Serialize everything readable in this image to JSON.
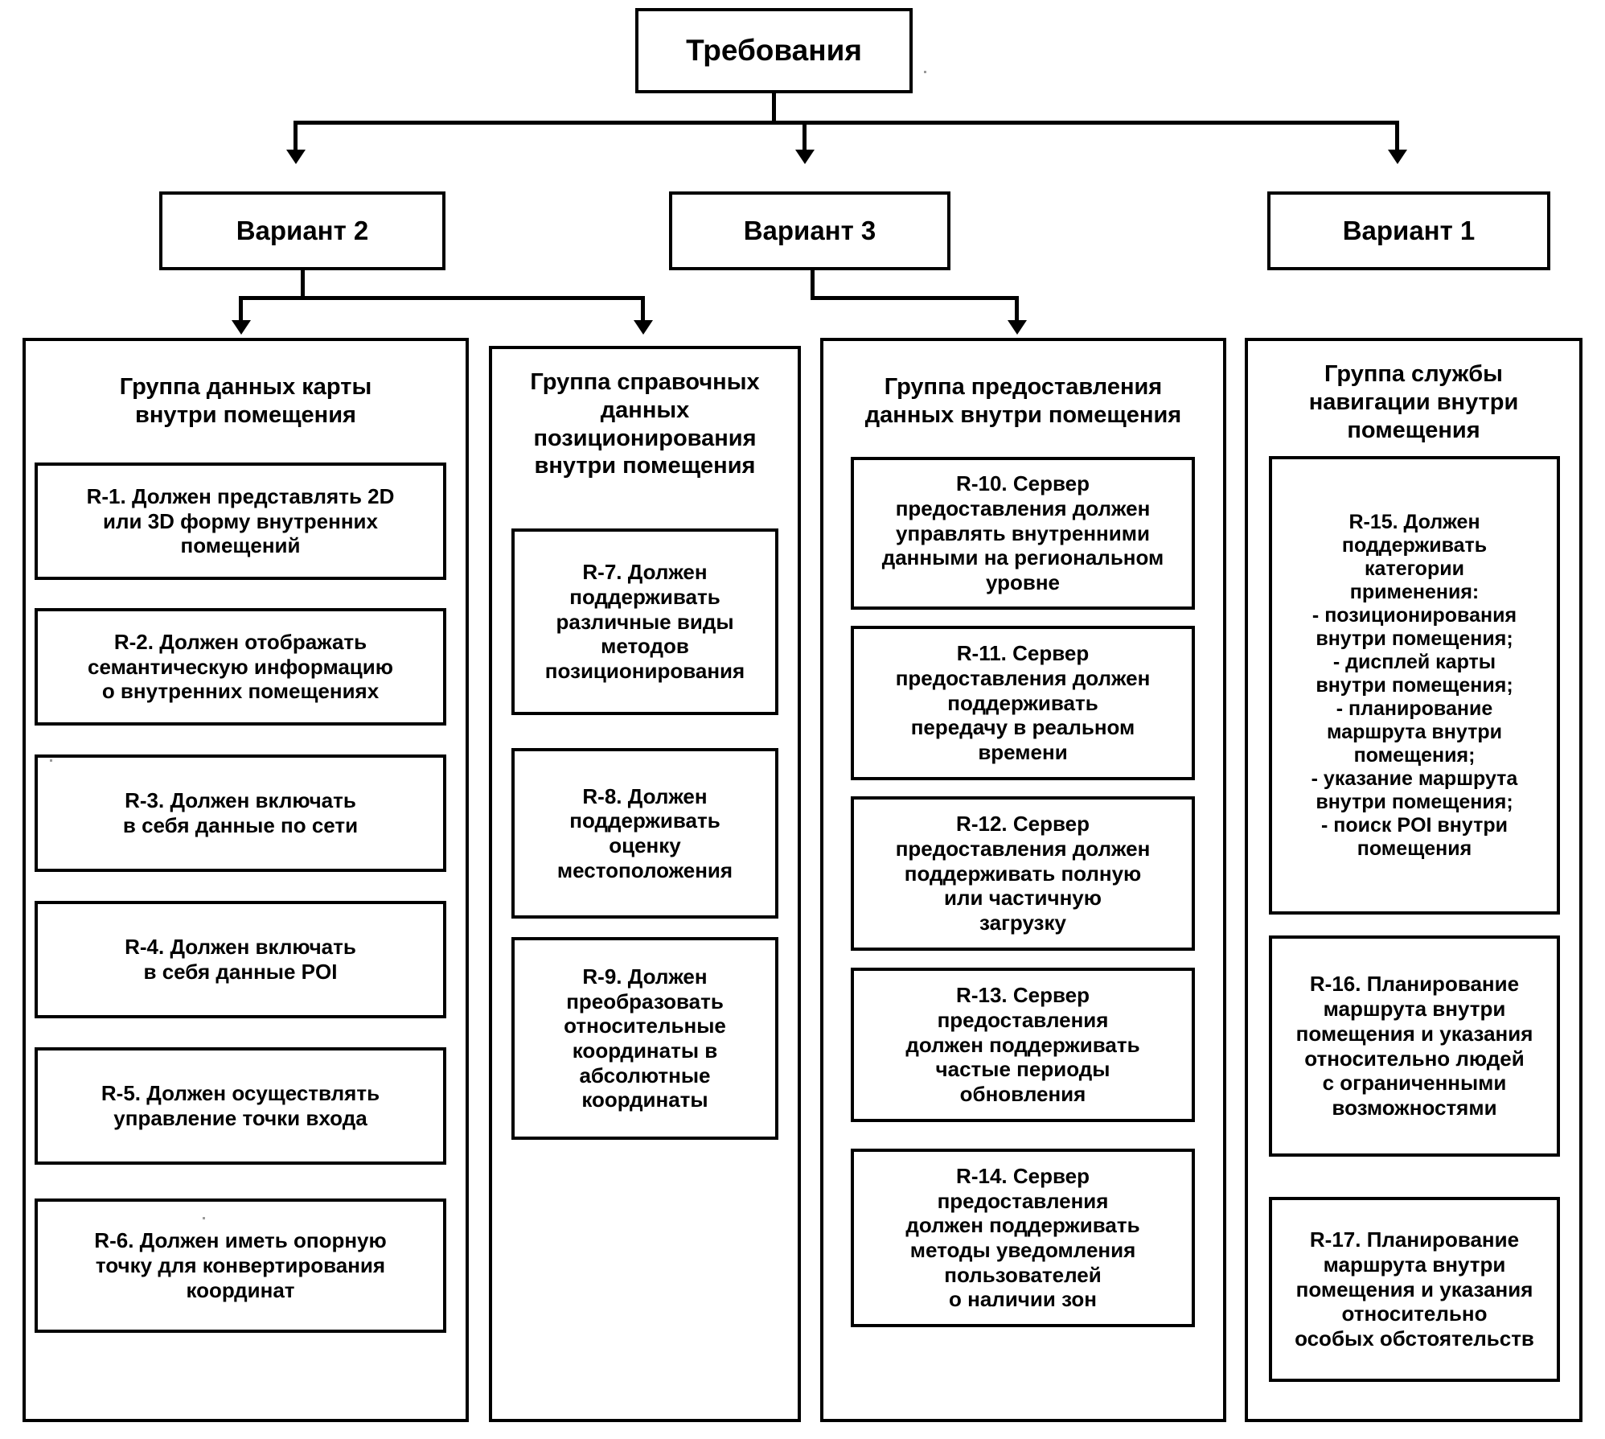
{
  "diagram": {
    "root": {
      "label": "Требования"
    },
    "variants": [
      {
        "id": "variant-2",
        "label": "Вариант 2"
      },
      {
        "id": "variant-3",
        "label": "Вариант 3"
      },
      {
        "id": "variant-1",
        "label": "Вариант 1"
      }
    ],
    "groups": [
      {
        "id": "group-indoor-map-data",
        "title": "Группа данных карты\nвнутри помещения",
        "parent": "Вариант 2",
        "requirements": [
          {
            "id": "R-1",
            "text": "R-1. Должен представлять 2D\nили 3D форму внутренних\nпомещений"
          },
          {
            "id": "R-2",
            "text": "R-2. Должен отображать\nсемантическую информацию\nо внутренних помещениях"
          },
          {
            "id": "R-3",
            "text": "R-3. Должен включать\nв себя данные по сети"
          },
          {
            "id": "R-4",
            "text": "R-4. Должен включать\nв себя данные POI"
          },
          {
            "id": "R-5",
            "text": "R-5. Должен осуществлять\nуправление точки входа"
          },
          {
            "id": "R-6",
            "text": "R-6. Должен иметь опорную\nточку для конвертирования\nкоординат"
          }
        ]
      },
      {
        "id": "group-indoor-positioning-reference-data",
        "title": "Группа справочных\nданных\nпозиционирования\nвнутри помещения",
        "parent": "Вариант 2",
        "requirements": [
          {
            "id": "R-7",
            "text": "R-7. Должен\nподдерживать\nразличные виды\nметодов\nпозиционирования"
          },
          {
            "id": "R-8",
            "text": "R-8. Должен\nподдерживать\nоценку\nместоположения"
          },
          {
            "id": "R-9",
            "text": "R-9. Должен\nпреобразовать\nотносительные\nкоординаты в\nабсолютные\nкоординаты"
          }
        ]
      },
      {
        "id": "group-indoor-data-provision",
        "title": "Группа предоставления\nданных внутри помещения",
        "parent": "Вариант 3",
        "requirements": [
          {
            "id": "R-10",
            "text": "R-10. Сервер\nпредоставления должен\nуправлять внутренними\nданными на региональном\nуровне"
          },
          {
            "id": "R-11",
            "text": "R-11. Сервер\nпредоставления должен\nподдерживать\nпередачу в реальном\nвремени"
          },
          {
            "id": "R-12",
            "text": "R-12. Сервер\nпредоставления должен\nподдерживать полную\nили частичную\nзагрузку"
          },
          {
            "id": "R-13",
            "text": "R-13. Сервер\nпредоставления\nдолжен поддерживать\nчастые периоды\nобновления"
          },
          {
            "id": "R-14",
            "text": "R-14. Сервер\nпредоставления\nдолжен поддерживать\nметоды уведомления\nпользователей\nо наличии зон"
          }
        ]
      },
      {
        "id": "group-indoor-navigation-service",
        "title": "Группа службы\nнавигации внутри\nпомещения",
        "parent": "Вариант 1",
        "requirements": [
          {
            "id": "R-15",
            "text": "R-15. Должен\nподдерживать\nкатегории\nприменения:\n- позиционирования\nвнутри помещения;\n- дисплей карты\nвнутри помещения;\n- планирование\nмаршрута внутри\nпомещения;\n- указание маршрута\nвнутри помещения;\n- поиск POI внутри\nпомещения"
          },
          {
            "id": "R-16",
            "text": "R-16. Планирование\nмаршрута внутри\nпомещения и указания\nотносительно людей\nс ограниченными\nвозможностями"
          },
          {
            "id": "R-17",
            "text": "R-17. Планирование\nмаршрута внутри\nпомещения и указания\nотносительно\nособых обстоятельств"
          }
        ]
      }
    ]
  },
  "colors": {
    "stroke": "#000000",
    "background": "#ffffff",
    "text": "#000000"
  }
}
